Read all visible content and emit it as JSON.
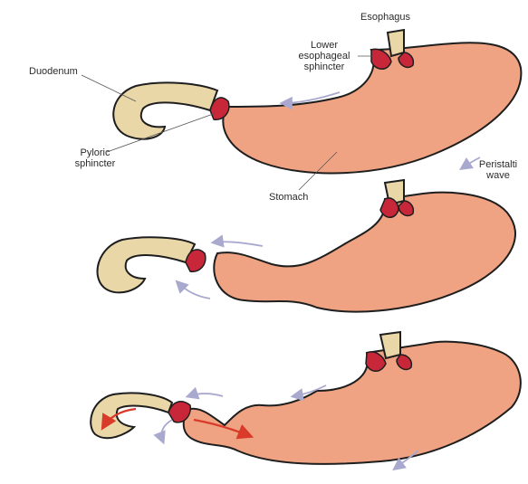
{
  "labels": {
    "esophagus": "Esophagus",
    "lower_sphincter_1": "Lower",
    "lower_sphincter_2": "esophageal",
    "lower_sphincter_3": "sphincter",
    "duodenum": "Duodenum",
    "pyloric_1": "Pyloric",
    "pyloric_2": "sphincter",
    "stomach": "Stomach",
    "peristaltic_1": "Peristalti",
    "peristaltic_2": "wave"
  },
  "colors": {
    "stomach": "#f0a382",
    "stomach_outline": "#1e1e1e",
    "duodenum": "#e9d7a8",
    "sphincter": "#c8273a",
    "flow_arrow": "#a9a9cf",
    "contents_arrow": "#d93a2a"
  }
}
